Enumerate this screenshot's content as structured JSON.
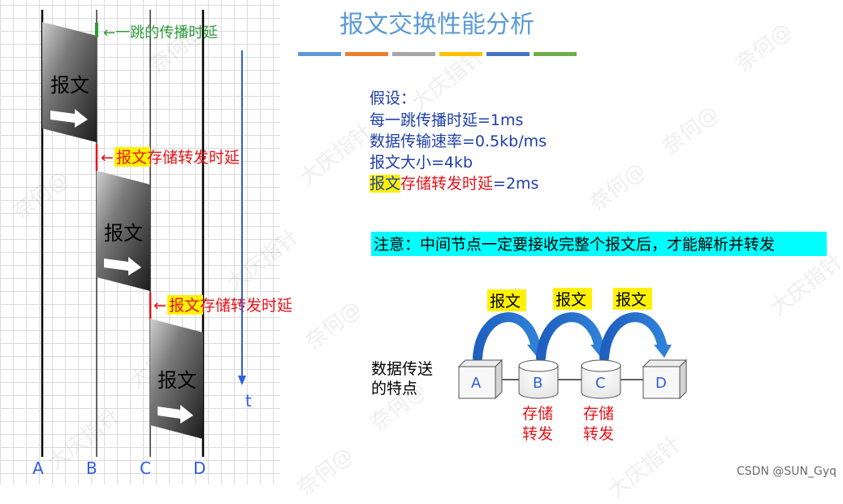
{
  "title": "报文交换性能分析",
  "colors": {
    "title": "#5b9bd5",
    "accent_bar": [
      "#5b9bd5",
      "#ed7d31",
      "#a5a5a5",
      "#ffc000",
      "#4472c4",
      "#70ad47"
    ],
    "hop_delay": "#2e9b3a",
    "store_delay": "#e8141a",
    "time_axis": "#2e5fe0",
    "info_text": "#1f3fa8",
    "highlight": "#fff200",
    "note_bg": "#00ffff"
  },
  "timeline": {
    "nodes": [
      "A",
      "B",
      "C",
      "D"
    ],
    "hop_delay_label": "←一跳的传播时延",
    "store_delay_arrow": "←",
    "store_delay_hl": "报文",
    "store_delay_rest": "存储转发时延",
    "time_label": "t",
    "packet_label": "报文"
  },
  "assumptions": {
    "heading": "假设：",
    "line1": "每一跳传播时延=1ms",
    "line2": "数据传输速率=0.5kb/ms",
    "line3": "报文大小=4kb",
    "line4_hl": "报文",
    "line4_red": "存储转发时延",
    "line4_rest": "=2ms"
  },
  "note": "注意：中间节点一定要接收完整个报文后，才能解析并转发",
  "flow": {
    "caption_line1": "数据传送",
    "caption_line2": "的特点",
    "packet_label": "报文",
    "nodes": [
      "A",
      "B",
      "C",
      "D"
    ],
    "store_line1": "存储",
    "store_line2": "转发"
  },
  "watermarks": [
    "奈何@",
    "大庆指针"
  ],
  "credit": "CSDN @SUN_Gyq"
}
